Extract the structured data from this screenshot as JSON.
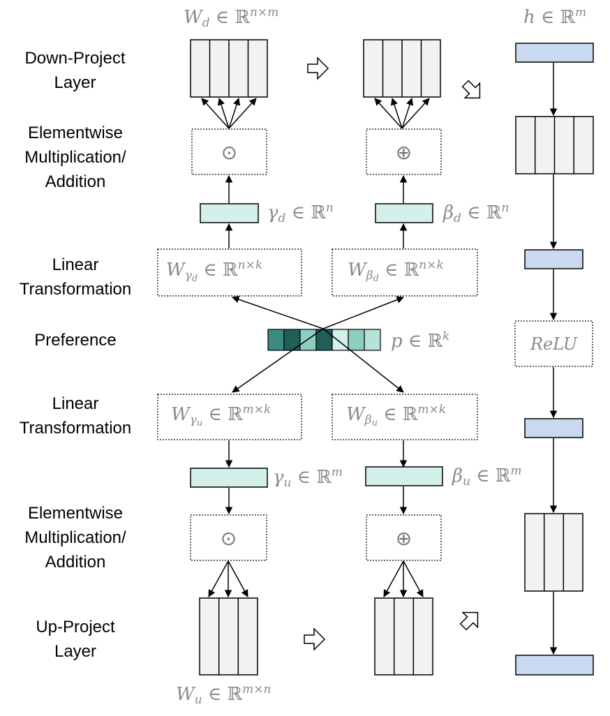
{
  "row_labels": {
    "down_project": [
      "Down-Project",
      "Layer"
    ],
    "elementwise_top": [
      "Elementwise",
      "Multiplication/",
      "Addition"
    ],
    "linear_top": [
      "Linear",
      "Transformation"
    ],
    "preference": [
      "Preference"
    ],
    "linear_bottom": [
      "Linear",
      "Transformation"
    ],
    "elementwise_bottom": [
      "Elementwise",
      "Multiplication/",
      "Addition"
    ],
    "up_project": [
      "Up-Project",
      "Layer"
    ]
  },
  "symbols": {
    "W": "W",
    "d": "d",
    "u": "u",
    "gamma": "γ",
    "beta": "β",
    "p": "p",
    "h": "h",
    "in": "∈",
    "reals": "ℝ",
    "n": "n",
    "m": "m",
    "k": "k",
    "n_by_m": "n×m",
    "n_by_k": "n×k",
    "m_by_k": "m×k",
    "m_by_n": "m×n",
    "odot": "⊙",
    "oplus": "⊕",
    "relu": "ReLU"
  },
  "colors": {
    "matrix_fill": "#f2f2f2",
    "teal_vector_fill": "#d3f0ea",
    "blue_vector_fill": "#c9daf0",
    "preference_cells": [
      "#3a8a82",
      "#1e5f57",
      "#8ccfc0",
      "#1e5f57",
      "#d3f0ea",
      "#8ccfc0",
      "#b6e3d8"
    ],
    "label_gray": "#8a8a8a",
    "stroke": "#000000"
  }
}
